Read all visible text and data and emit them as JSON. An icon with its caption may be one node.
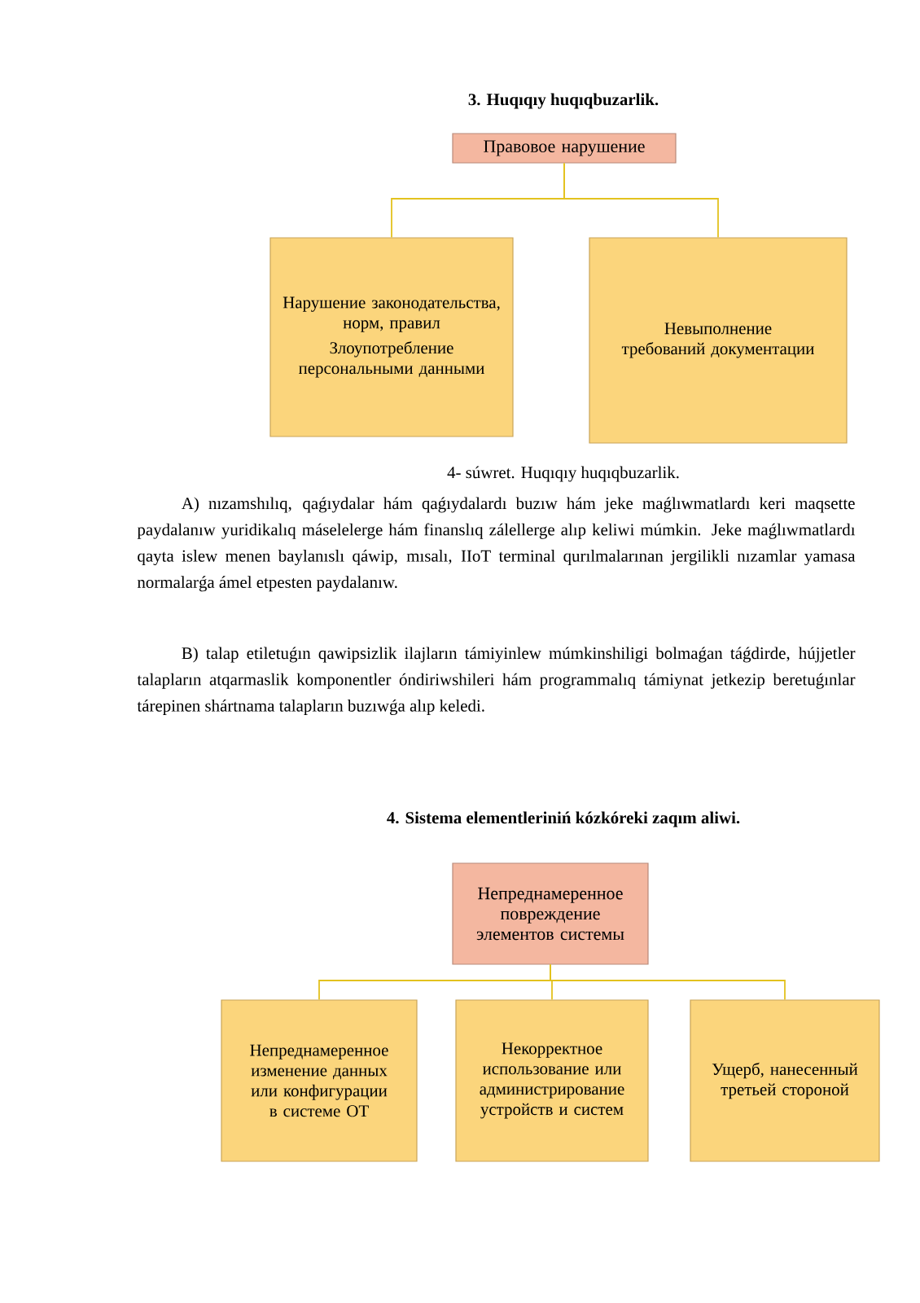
{
  "diagram": {
    "title": "3. Huqıqıy huqıqbuzarlik.",
    "caption": "4- súwret. Huqıqıy huqıqbuzarlik.",
    "nodes": [
      {
        "text": [
          "Правовое нарушение"
        ]
      },
      {
        "text": [
          "Нарушение законодательства, норм, правил",
          "Злоупотребление персональными данными"
        ]
      },
      {
        "text": [
          "Невыполнение требований документации"
        ]
      },
      {
        "text": [
          "Непреднамеренное повреждение элементов системы"
        ]
      },
      {
        "text": [
          "Непреднамеренное изменение данных или конфигурации в системе ОТ"
        ]
      },
      {
        "text": [
          "Некорректное использование или администрирование устройств и систем"
        ]
      },
      {
        "text": [
          "Ущерб, нанесенный третьей стороной"
        ]
      }
    ],
    "edges": [
      {
        "from": 0,
        "to": 1,
        "arrow": "none"
      },
      {
        "from": 0,
        "to": 2,
        "arrow": "none"
      },
      {
        "from": 3,
        "to": 4,
        "arrow": "none"
      },
      {
        "from": 3,
        "to": 5,
        "arrow": "none"
      },
      {
        "from": 3,
        "to": 6,
        "arrow": "none"
      }
    ],
    "labels": [
      "A) nızamshılıq, qaǵıydalar hám qaǵıydalardı buzıw hám jeke maǵlıwmatlardı keri maqsette paydalanıw yuridikalıq máselelerge hám finanslıq zálellerge alıp keliwi múmkin. Jeke maǵlıwmatlardı qayta islew menen baylanıslı qáwip, mısalı, IIoT terminal qurılmalarınan jergilikli nızamlar yamasa normalarǵa ámel etpesten paydalanıw.",
      "B) talap etiletuǵın qawipsizlik ilajların támiyinlew múmkinshiligi bolmaǵan táǵdirde, hújjetler talapların atqarmaslik komponentler óndiriwshileri hám programmalıq támiynat jetkezip beretuǵınlar tárepinen shártnama talapların buzıwǵa alıp keledi.",
      "4. Sistema elementleriniń kózkóreki zaqım aliwi."
    ]
  }
}
